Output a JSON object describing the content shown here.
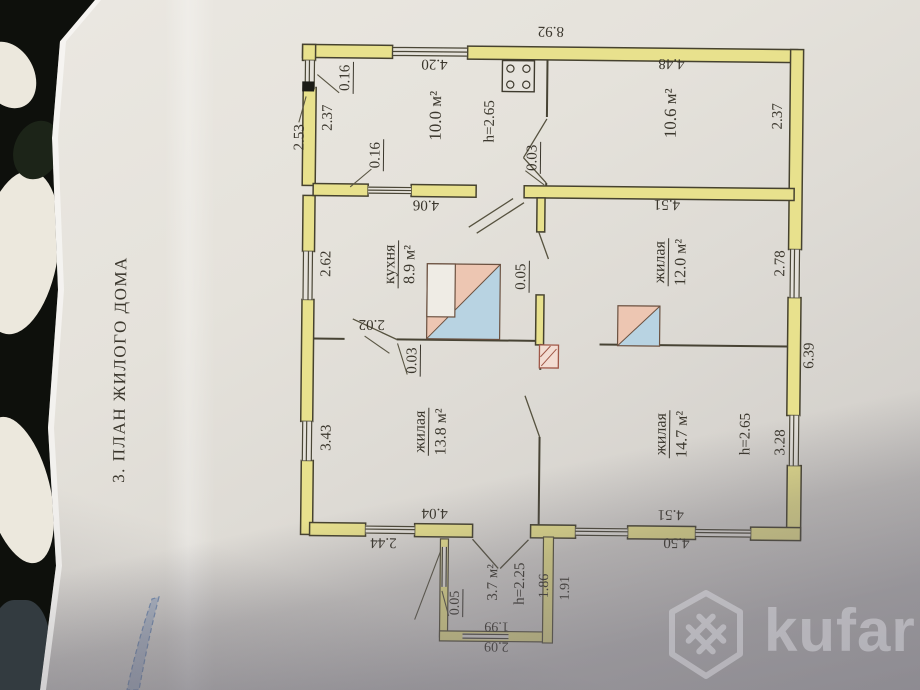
{
  "watermark": {
    "brand": "kufar"
  },
  "plan": {
    "title": "3. ПЛАН ЖИЛОГО ДОМА",
    "labels": [
      "8.92",
      "4.20",
      "0.16",
      "2.53",
      "2.37",
      "0.16",
      "h=2.65",
      "0.03",
      "4.48",
      "2.37",
      "10.0 м²",
      "10.6 м²",
      "4.06",
      "4.51",
      "2.62",
      "0.05",
      "2.78",
      "кухня",
      "8.9 м²",
      "жилая",
      "12.0 м²",
      "2.02",
      "0.03",
      "6.39",
      "3.43",
      "жилая",
      "13.8 м²",
      "жилая",
      "14.7 м²",
      "h=2.65",
      "3.28",
      "2.44",
      "4.04",
      "4.51",
      "4.50",
      "3.7 м²",
      "h=2.25",
      "1.86",
      "1.91",
      "0.05",
      "1.99",
      "2.09"
    ],
    "rooms": [
      {
        "name": "",
        "area": "10.0 м²",
        "height": "h=2.65"
      },
      {
        "name": "",
        "area": "10.6 м²",
        "height": ""
      },
      {
        "name": "кухня",
        "area": "8.9 м²",
        "height": ""
      },
      {
        "name": "жилая",
        "area": "12.0 м²",
        "height": ""
      },
      {
        "name": "жилая",
        "area": "13.8 м²",
        "height": ""
      },
      {
        "name": "жилая",
        "area": "14.7 м²",
        "height": "h=2.65"
      },
      {
        "name": "",
        "area": "3.7 м²",
        "height": "h=2.25"
      }
    ],
    "colors": {
      "wall_fill": "#e8e18d",
      "stove_warm": "#edc6b2",
      "stove_cool": "#b8d3e2",
      "paper": "#e4e1da"
    }
  }
}
